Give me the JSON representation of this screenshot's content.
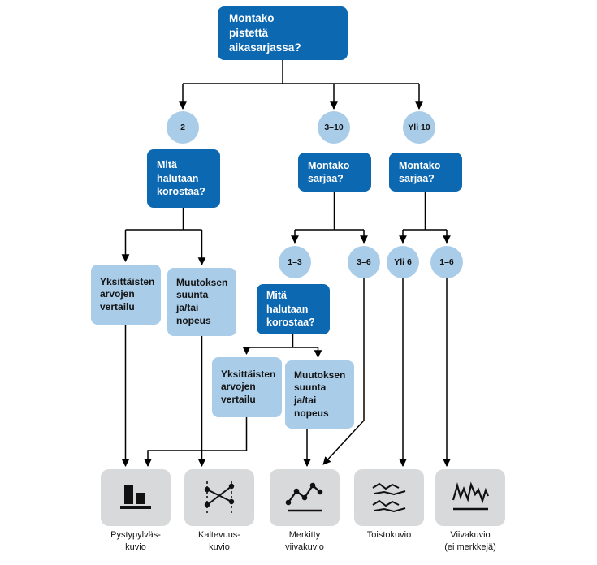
{
  "colors": {
    "primary_blue": "#0d68b2",
    "light_blue": "#a9cce9",
    "box_gray": "#d8d9da",
    "line_black": "#000000"
  },
  "root_question": "Montako\npistettä\naikasarjassa?",
  "branch_circles": [
    "2",
    "3–10",
    "Yli 10"
  ],
  "questions": [
    "Mitä\nhalutaan\nkorostaa?",
    "Montako\nsarjaa?",
    "Montako\nsarjaa?",
    "Mitä\nhalutaan\nkorostaa?"
  ],
  "options": [
    "Yksittäisten\narvojen\nvertailu",
    "Muutoksen\nsuunta\nja/tai\nnopeus",
    "Yksittäisten\narvojen\nvertailu",
    "Muutoksen\nsuunta\nja/tai\nnopeus"
  ],
  "series_circles": [
    "1–3",
    "3–6",
    "Yli 6",
    "1–6"
  ],
  "outputs": [
    {
      "label": "Pystypylväs-\nkuvio",
      "icon": "bar-chart-icon"
    },
    {
      "label": "Kaltevuus-\nkuvio",
      "icon": "slope-chart-icon"
    },
    {
      "label": "Merkitty\nviivakuvio",
      "icon": "marked-line-chart-icon"
    },
    {
      "label": "Toistokuvio",
      "icon": "small-multiples-icon"
    },
    {
      "label": "Viivakuvio\n(ei merkkejä)",
      "icon": "line-chart-icon"
    }
  ]
}
